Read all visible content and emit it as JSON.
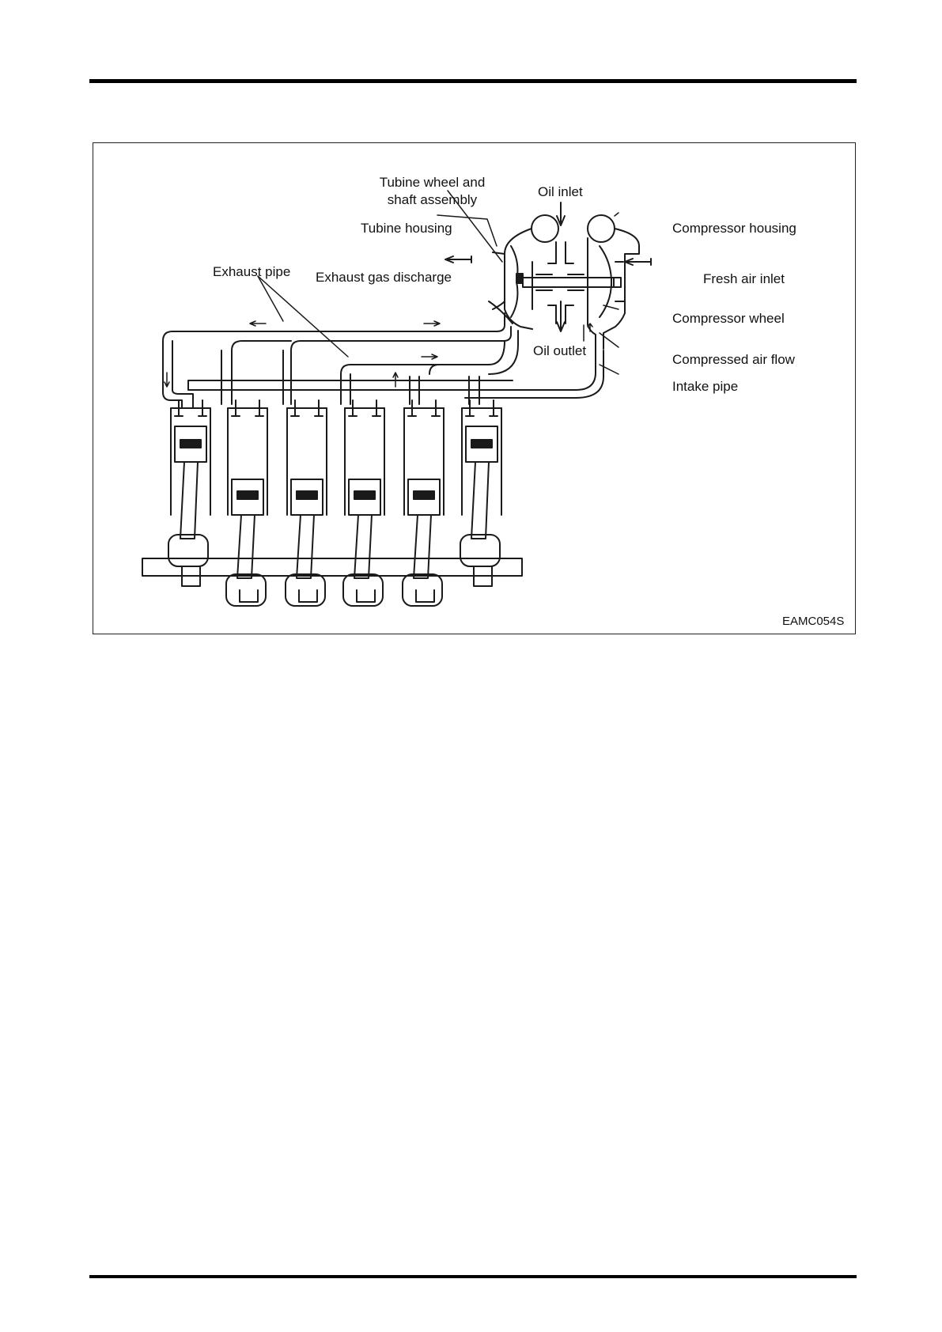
{
  "figure": {
    "labels": {
      "turbine_wheel_line1": "Tubine wheel and",
      "turbine_wheel_line2": "shaft assembly",
      "oil_inlet": "Oil inlet",
      "turbine_housing": "Tubine housing",
      "compressor_housing": "Compressor housing",
      "exhaust_pipe": "Exhaust pipe",
      "exhaust_gas_discharge": "Exhaust gas discharge",
      "fresh_air_inlet": "Fresh air inlet",
      "compressor_wheel": "Compressor wheel",
      "oil_outlet": "Oil outlet",
      "compressed_air_flow": "Compressed air flow",
      "intake_pipe": "Intake pipe"
    },
    "figure_code": "EAMC054S",
    "cylinder_count": 6
  }
}
